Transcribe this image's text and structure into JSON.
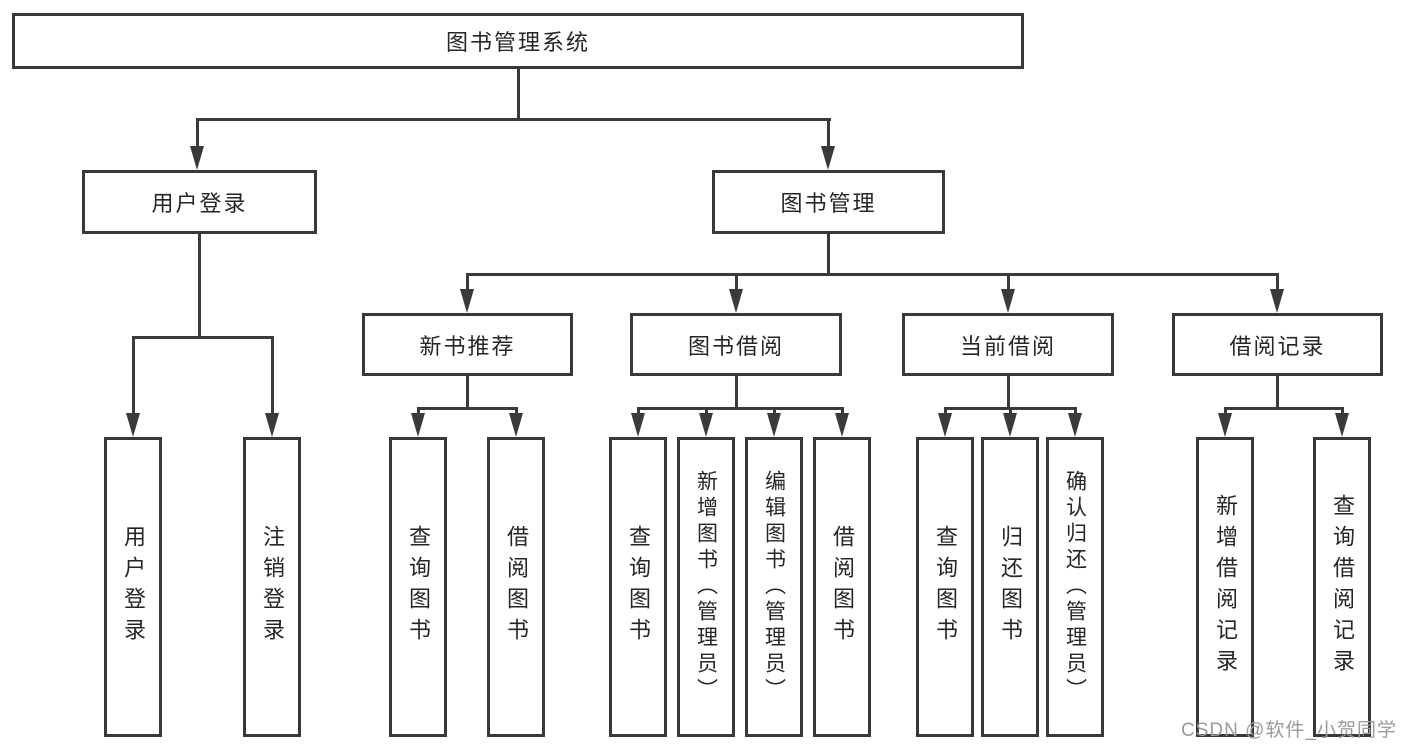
{
  "diagram": {
    "type": "hierarchy-tree",
    "nodes": {
      "root": "图书管理系统",
      "user_login": "用户登录",
      "book_mgmt": "图书管理",
      "new_book_rec": "新书推荐",
      "book_borrow": "图书借阅",
      "current_borrow": "当前借阅",
      "borrow_record": "借阅记录",
      "leaf_user_login": "用户登录",
      "leaf_logout": "注销登录",
      "leaf_nbr_query_book": "查询图书",
      "leaf_nbr_borrow_book": "借阅图书",
      "leaf_bb_query_book": "查询图书",
      "leaf_bb_add_book": "新增图书（管理员）",
      "leaf_bb_edit_book": "编辑图书（管理员）",
      "leaf_bb_borrow_book": "借阅图书",
      "leaf_cb_query_book": "查询图书",
      "leaf_cb_return_book": "归还图书",
      "leaf_cb_confirm_return": "确认归还（管理员）",
      "leaf_br_add_record": "新增借阅记录",
      "leaf_br_query_record": "查询借阅记录"
    },
    "hierarchy": {
      "图书管理系统": {
        "用户登录": [
          "用户登录",
          "注销登录"
        ],
        "图书管理": {
          "新书推荐": [
            "查询图书",
            "借阅图书"
          ],
          "图书借阅": [
            "查询图书",
            "新增图书（管理员）",
            "编辑图书（管理员）",
            "借阅图书"
          ],
          "当前借阅": [
            "查询图书",
            "归还图书",
            "确认归还（管理员）"
          ],
          "借阅记录": [
            "新增借阅记录",
            "查询借阅记录"
          ]
        }
      }
    },
    "colors": {
      "line": "#3a3a3a",
      "border": "#383838",
      "text": "#262626",
      "background": "#ffffff",
      "watermark": "#9b9b9b"
    }
  },
  "watermark": "CSDN @软件_小贺同学"
}
